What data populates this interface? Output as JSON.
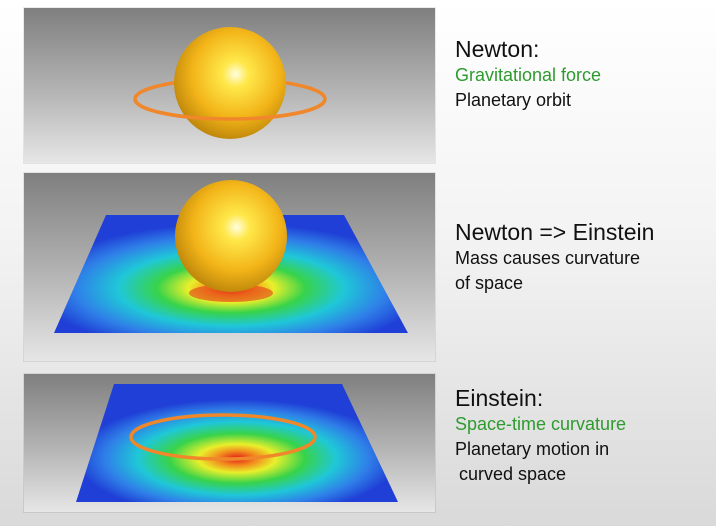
{
  "captions": {
    "newton": {
      "title": "Newton:",
      "line1": "Gravitational force",
      "line2": "Planetary orbit"
    },
    "transition": {
      "title": "Newton => Einstein",
      "line1": "Mass causes curvature",
      "line2": "of space"
    },
    "einstein": {
      "title": "Einstein:",
      "line1": "Space-time curvature",
      "line2": "Planetary motion in",
      "line3": "curved space"
    }
  },
  "colors": {
    "highlight_text": "#2e9b2e",
    "orbit": "#f0872a",
    "sphere": "#f2b418",
    "field_low": "#1f3fd6",
    "field_high": "#e01818"
  },
  "icons": {
    "sphere": "mass-sphere-icon",
    "orbit": "orbit-ellipse-icon",
    "field": "curvature-field-icon"
  }
}
